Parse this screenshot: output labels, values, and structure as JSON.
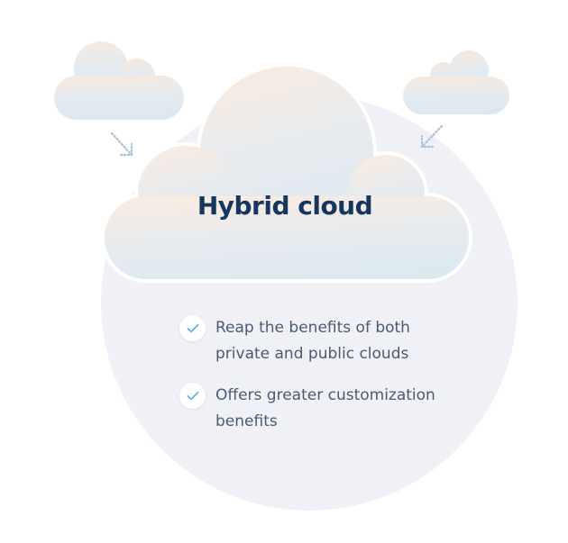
{
  "title": "Hybrid cloud",
  "benefits": [
    "Reap the benefits of both private and public clouds",
    "Offers greater customization benefits"
  ],
  "icons": {
    "top_left": "cloud-icon",
    "top_right": "cloud-icon",
    "center": "cloud-icon",
    "left_arrow": "arrow-down-right-icon",
    "right_arrow": "arrow-down-left-icon",
    "bullet": "check-icon"
  },
  "colors": {
    "circle_background": "#f0f1f7",
    "cloud_fill_top": "#f7ece4",
    "cloud_fill_bottom": "#dde9f1",
    "title_text": "#17365f",
    "body_text": "#4a5a72",
    "check_mark": "#5fb0e2",
    "arrow": "#a9c2d6"
  }
}
